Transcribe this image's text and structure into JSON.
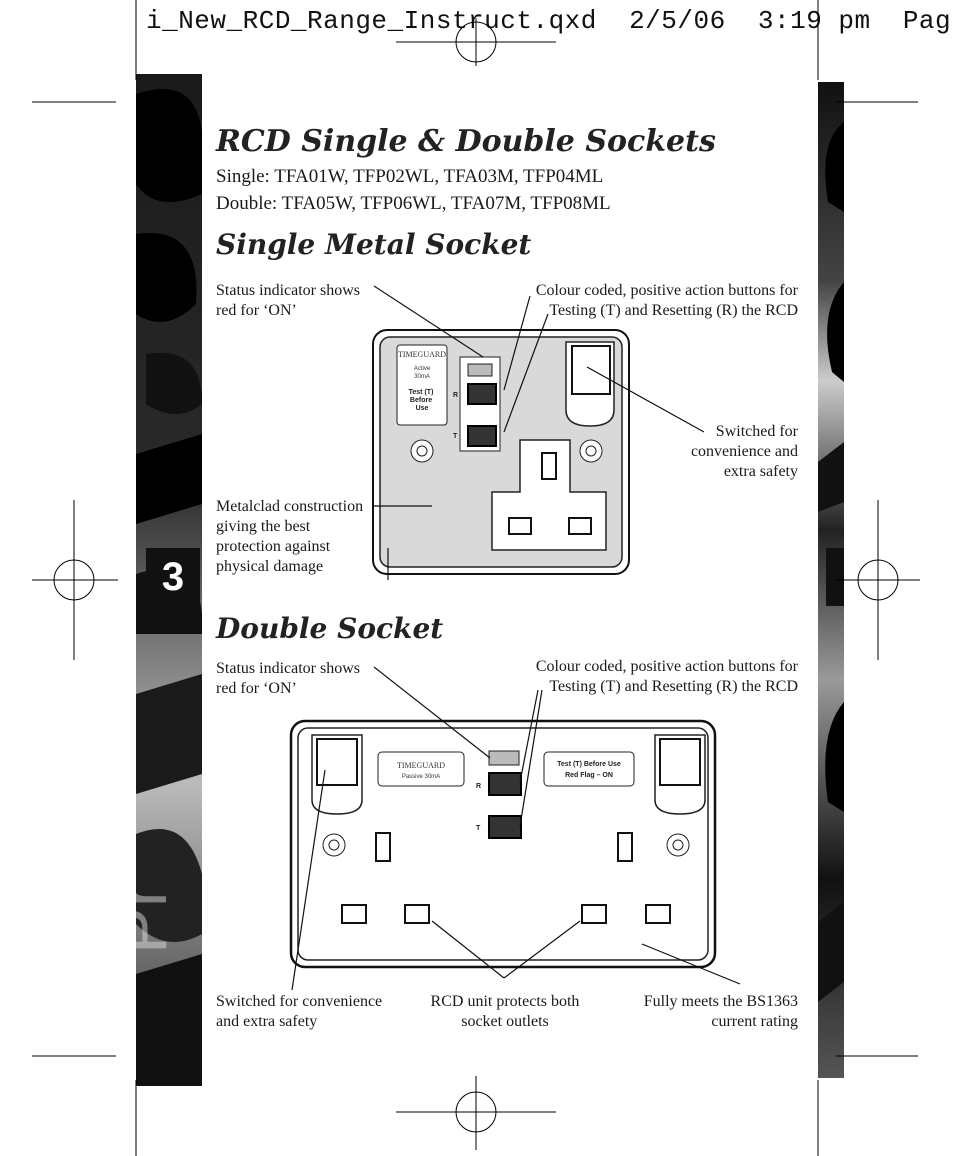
{
  "file_header": "i_New_RCD_Range_Instruct.qxd  2/5/06  3:19 pm  Pag",
  "page_number": "3",
  "title": "RCD Single & Double Sockets",
  "models": {
    "single": "Single: TFA01W, TFP02WL, TFA03M, TFP04ML",
    "double": "Double: TFA05W, TFP06WL, TFA07M, TFP08ML"
  },
  "single_section": {
    "heading": "Single Metal Socket",
    "callouts": {
      "status": "Status indicator shows red for ‘ON’",
      "buttons": "Colour coded, positive action buttons for Testing (T) and Resetting (R) the RCD",
      "switched": "Switched for convenience and extra safety",
      "metalclad": "Metalclad construction giving the best protection against physical damage"
    },
    "device": {
      "brand": "TIMEGUARD",
      "active": "Active",
      "rating": "30mA",
      "test_note": "Test (T) Before Use",
      "r_label": "R",
      "t_label": "T"
    }
  },
  "double_section": {
    "heading": "Double Socket",
    "callouts": {
      "status": "Status indicator shows red for ‘ON’",
      "buttons": "Colour coded, positive action buttons for Testing (T) and Resetting (R) the RCD",
      "switched": "Switched for convenience and extra safety",
      "rcd_unit": "RCD unit protects both socket outlets",
      "rating": "Fully meets the BS1363 current rating"
    },
    "device": {
      "brand": "TIMEGUARD",
      "passive": "Passive 30mA",
      "test_line1": "Test (T) Before Use",
      "test_line2": "Red Flag – ON",
      "r_label": "R",
      "t_label": "T"
    }
  },
  "colors": {
    "plate_fill": "#d9d9d9",
    "dark": "#111111",
    "band_dark": "#0d0d0d",
    "band_light": "#9a9a9a"
  }
}
